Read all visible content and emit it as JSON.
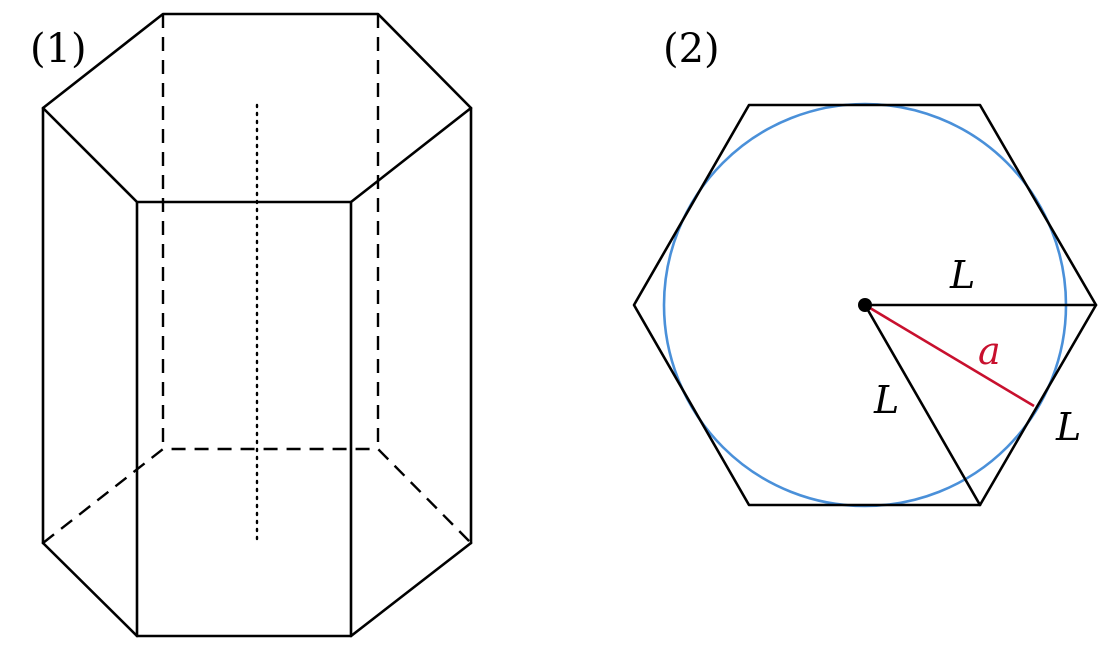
{
  "panels": [
    {
      "label": "(1)"
    },
    {
      "label": "(2)"
    }
  ],
  "labels": {
    "side_top": "L",
    "side_left": "L",
    "side_right": "L",
    "apothem": "a"
  },
  "colors": {
    "stroke": "#000000",
    "circle": "#4a90d9",
    "apothem": "#c8102e",
    "center": "#000000"
  }
}
